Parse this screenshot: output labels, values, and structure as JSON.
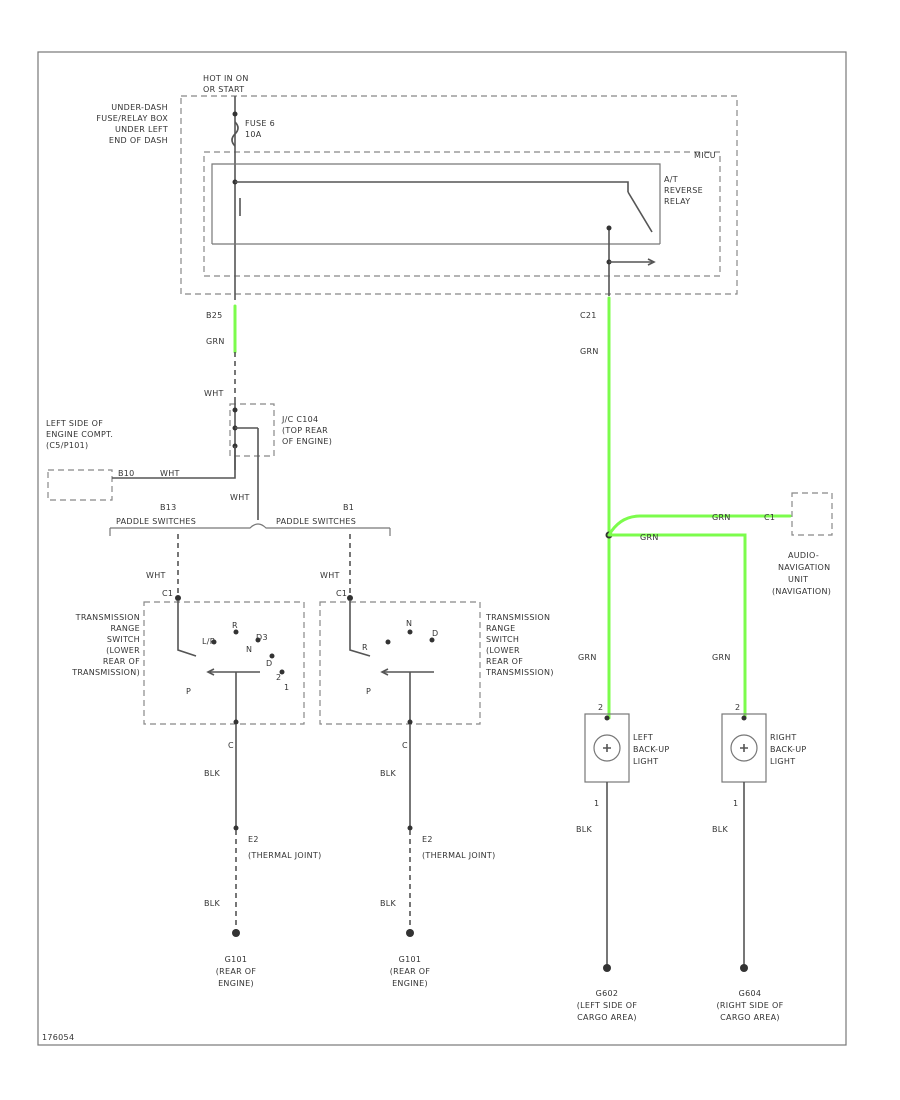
{
  "colors": {
    "highlight": "#7CFC4C",
    "wire": "#555555",
    "frame": "#777777"
  },
  "labels": {
    "hot": [
      "HOT IN ON",
      "OR START"
    ],
    "fusebox": [
      "UNDER-DASH",
      "FUSE/RELAY BOX",
      "UNDER LEFT",
      "END OF DASH"
    ],
    "fuse": [
      "FUSE 6",
      "10A"
    ],
    "micu": "MICU",
    "relay": [
      "A/T",
      "REVERSE",
      "RELAY"
    ],
    "pin_b25": "B25",
    "pin_c21": "C21",
    "grn": "GRN",
    "wht": "WHT",
    "blk": "BLK",
    "c104": [
      "LEFT SIDE OF",
      "ENGINE COMPT.",
      "(C5/P101)"
    ],
    "c104_pin": "B10",
    "junction": [
      "J/C C104",
      "(TOP REAR",
      "OF ENGINE)"
    ],
    "paddle_left_pin": "B13",
    "paddle_left": "PADDLE SWITCHES",
    "paddle_right_pin": "B1",
    "paddle_right": "PADDLE SWITCHES",
    "nav_pin": "C1",
    "nav": [
      "AUDIO-",
      "NAVIGATION",
      "UNIT",
      "(NAVIGATION)"
    ],
    "trs_left": [
      "TRANSMISSION",
      "RANGE",
      "SWITCH",
      "(LOWER",
      "REAR OF",
      "TRANSMISSION)"
    ],
    "trs_right": [
      "TRANSMISSION",
      "RANGE",
      "SWITCH",
      "(LOWER",
      "REAR OF",
      "TRANSMISSION)"
    ],
    "sw_left": [
      "L/R",
      "R",
      "D3",
      "N",
      "D",
      "2",
      "1",
      "P"
    ],
    "sw_right": [
      "R",
      "N",
      "D",
      "P"
    ],
    "pin_c1": "C1",
    "pin_c": "C",
    "pin_2": "2",
    "pin_1": "1",
    "e2_left": [
      "E2",
      "(THERMAL JOINT)"
    ],
    "e2_right": [
      "E2",
      "(THERMAL JOINT)"
    ],
    "g101_left": [
      "G101",
      "(REAR OF",
      "ENGINE)"
    ],
    "g101_right": [
      "G101",
      "(REAR OF",
      "ENGINE)"
    ],
    "left_light": [
      "LEFT",
      "BACK-UP",
      "LIGHT"
    ],
    "right_light": [
      "RIGHT",
      "BACK-UP",
      "LIGHT"
    ],
    "g602": [
      "G602",
      "(LEFT SIDE OF",
      "CARGO AREA)"
    ],
    "g604": [
      "G604",
      "(RIGHT SIDE OF",
      "CARGO AREA)"
    ],
    "code": "176054"
  }
}
